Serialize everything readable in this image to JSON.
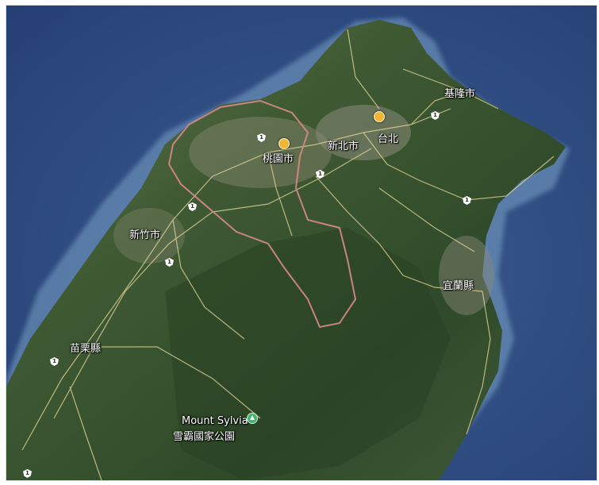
{
  "map": {
    "type": "satellite",
    "region": "northern Taiwan",
    "place_labels": {
      "keelung": "基隆市",
      "taipei": "台北",
      "new_taipei": "新北市",
      "taoyuan": "桃園市",
      "hsinchu": "新竹市",
      "yilan": "宜蘭縣",
      "miaoli": "苗栗縣",
      "mount_sylvia": "Mount Sylvia",
      "shei_pa_park": "雪霸國家公園"
    },
    "markers": [
      {
        "id": "taipei-pin",
        "label": "台北",
        "icon": "pin-yellow"
      },
      {
        "id": "taoyuan-pin",
        "label": "桃園市",
        "icon": "pin-yellow"
      }
    ],
    "highway_shields": [
      "1",
      "1",
      "1",
      "1",
      "1",
      "1",
      "1",
      "1"
    ],
    "colors": {
      "ocean": "#2f4f86",
      "land": "#3d5a34",
      "roads": "#e8d9a0",
      "boundary": "#d98a8a",
      "pin": "#f2b632",
      "park": "#3fb46a"
    }
  }
}
